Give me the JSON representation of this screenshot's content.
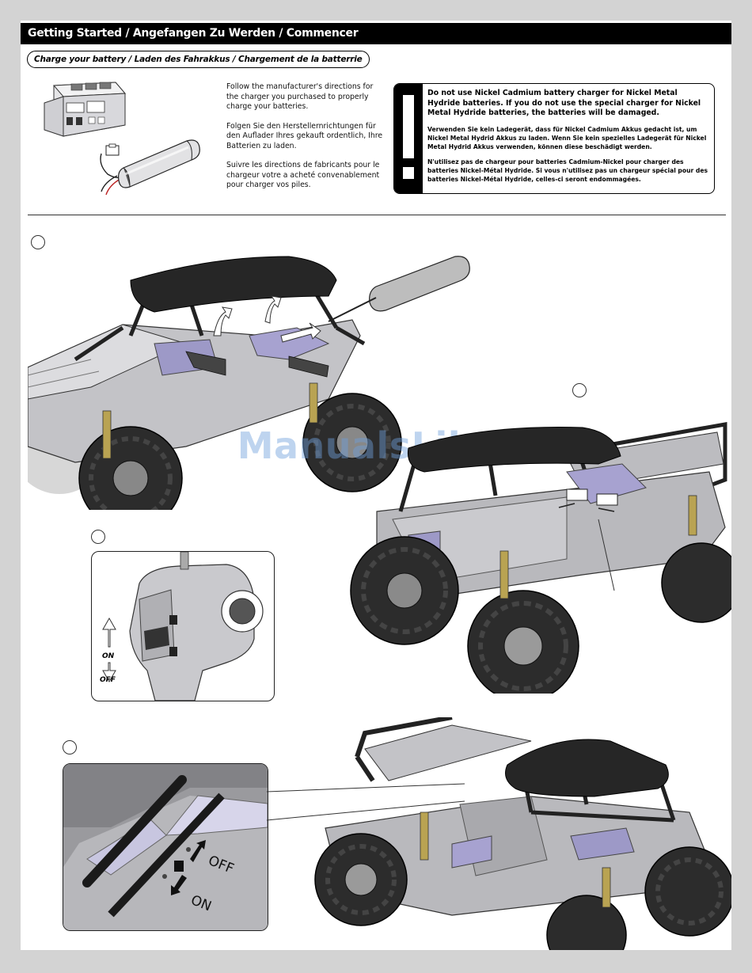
{
  "header": {
    "title": "Getting Started / Angefangen Zu Werden / Commencer"
  },
  "charge_section": {
    "pill_label": "Charge your battery / Laden des Fahrakkus / Chargement de la batterrie",
    "instructions": {
      "en": "Follow the manufacturer's directions for the charger you purchased to properly charge your batteries.",
      "de": "Folgen Sie den Herstellernrichtungen für den Auflader Ihres gekauft ordentlich, Ihre Batterien zu laden.",
      "fr": "Suivre les directions de fabricants pour le chargeur votre a acheté convenablement pour charger vos piles."
    },
    "warning": {
      "en": "Do not use Nickel Cadmium battery charger for Nickel Metal Hydride batteries. If you do not use the special charger for Nickel Metal Hydride batteries, the batteries will be damaged.",
      "de": "Verwenden Sie kein Ladegerät, dass für Nickel Cadmium Akkus gedacht ist, um Nickel Metal Hydrid Akkus zu laden. Wenn Sie kein spezielles Ladegerät für Nickel Metal Hydrid Akkus verwenden, können diese beschädigt werden.",
      "fr": "N'utilisez pas de chargeur pour batteries Cadmium-Nickel pour charger des batteries Nickel-Métal Hydride. Si vous n'utilisez pas un chargeur spécial pour des batteries Nickel-Métal Hydride, celles-ci seront endommagées."
    }
  },
  "transmitter_inset": {
    "on_label": "ON",
    "off_label": "OFF"
  },
  "switch_inset": {
    "off_label": "OFF",
    "on_label": "ON"
  },
  "watermark": "ManualsLib.de",
  "colors": {
    "header_bg": "#000000",
    "page_bg": "#ffffff",
    "border_gray": "#d3d3d3",
    "chassis_gray": "#b9b9bd",
    "frame_dark": "#2a2a2a",
    "accent_purple": "#8a84b8",
    "watermark_blue": "#6ea0dc"
  }
}
